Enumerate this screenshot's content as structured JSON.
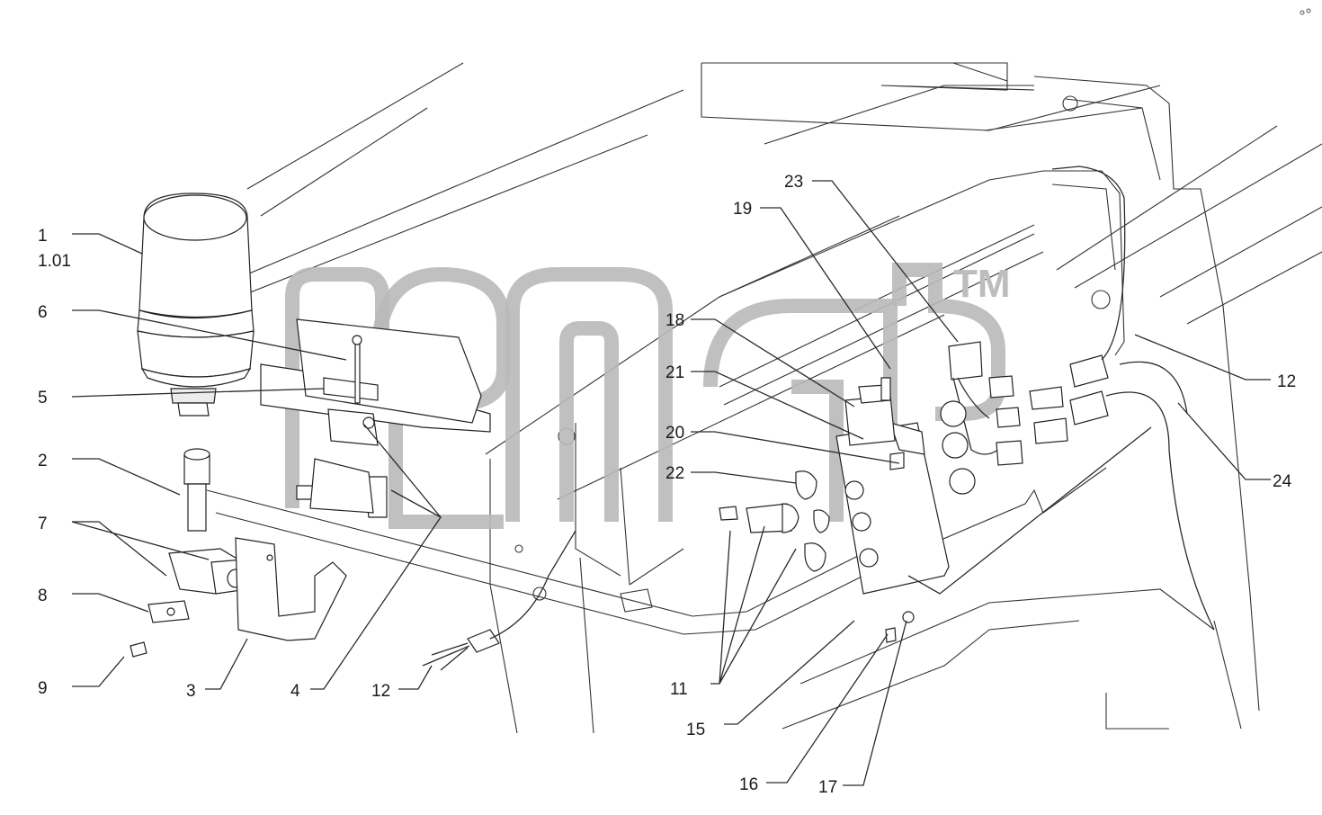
{
  "callouts": [
    {
      "id": "1",
      "text": "1"
    },
    {
      "id": "1_01",
      "text": "1.01"
    },
    {
      "id": "2",
      "text": "2"
    },
    {
      "id": "3",
      "text": "3"
    },
    {
      "id": "4",
      "text": "4"
    },
    {
      "id": "5",
      "text": "5"
    },
    {
      "id": "6",
      "text": "6"
    },
    {
      "id": "7",
      "text": "7"
    },
    {
      "id": "8",
      "text": "8"
    },
    {
      "id": "9",
      "text": "9"
    },
    {
      "id": "11",
      "text": "11"
    },
    {
      "id": "12a",
      "text": "12"
    },
    {
      "id": "12b",
      "text": "12"
    },
    {
      "id": "15",
      "text": "15"
    },
    {
      "id": "16",
      "text": "16"
    },
    {
      "id": "17",
      "text": "17"
    },
    {
      "id": "18",
      "text": "18"
    },
    {
      "id": "19",
      "text": "19"
    },
    {
      "id": "20",
      "text": "20"
    },
    {
      "id": "21",
      "text": "21"
    },
    {
      "id": "22",
      "text": "22"
    },
    {
      "id": "23",
      "text": "23"
    },
    {
      "id": "24",
      "text": "24"
    }
  ],
  "watermark": {
    "trademark": "TM"
  },
  "colors": {
    "line": "#222222",
    "watermark": "#b9b9b9",
    "background": "#ffffff"
  }
}
